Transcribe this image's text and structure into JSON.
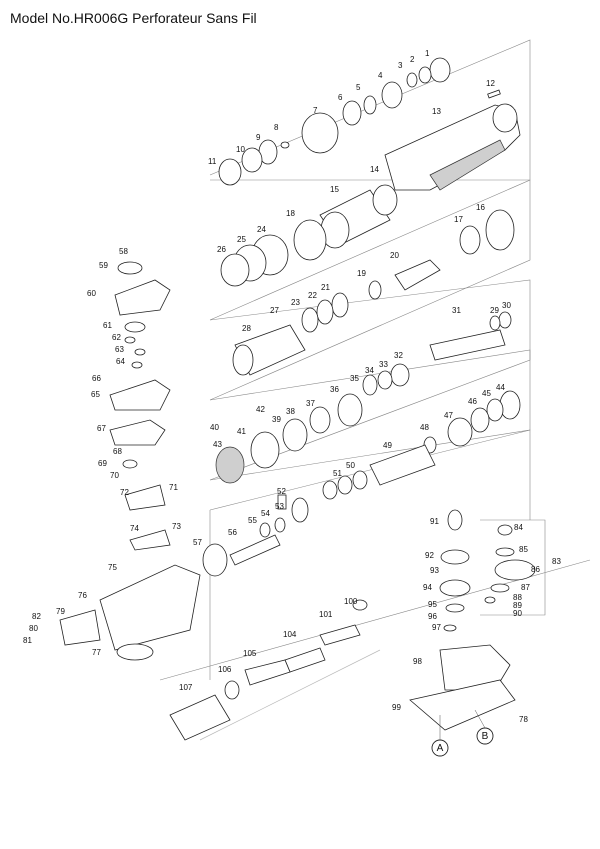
{
  "title": "Model No.HR006G Perforateur Sans Fil",
  "markers": [
    "A",
    "B"
  ],
  "parts": [
    "1",
    "2",
    "3",
    "4",
    "5",
    "6",
    "7",
    "8",
    "9",
    "10",
    "11",
    "12",
    "13",
    "14",
    "15",
    "16",
    "17",
    "18",
    "19",
    "20",
    "21",
    "22",
    "23",
    "24",
    "25",
    "26",
    "27",
    "28",
    "29",
    "30",
    "31",
    "32",
    "33",
    "34",
    "35",
    "36",
    "37",
    "38",
    "39",
    "40",
    "41",
    "42",
    "43",
    "44",
    "45",
    "46",
    "47",
    "48",
    "49",
    "50",
    "51",
    "52",
    "53",
    "54",
    "55",
    "56",
    "57",
    "58",
    "59",
    "60",
    "61",
    "62",
    "63",
    "64",
    "65",
    "66",
    "67",
    "68",
    "69",
    "70",
    "71",
    "72",
    "73",
    "74",
    "75",
    "76",
    "77",
    "78",
    "79",
    "80",
    "81",
    "82",
    "83",
    "84",
    "85",
    "86",
    "87",
    "88",
    "89",
    "90",
    "91",
    "92",
    "93",
    "94",
    "95",
    "96",
    "97",
    "98",
    "99",
    "100",
    "101",
    "104",
    "105",
    "106",
    "107"
  ]
}
